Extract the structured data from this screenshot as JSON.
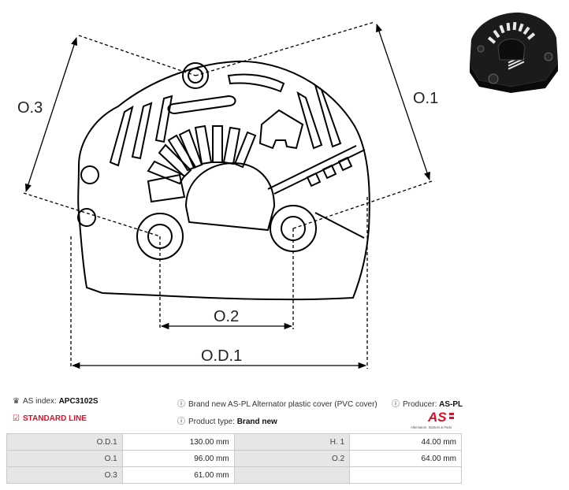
{
  "drawing": {
    "labels": {
      "o3": "O.3",
      "o1": "O.1",
      "o2": "O.2",
      "od1": "O.D.1"
    }
  },
  "info": {
    "as_index_label": "AS index:",
    "as_index_value": "APC3102S",
    "description": "Brand new AS-PL Alternator plastic cover (PVC cover)",
    "producer_label": "Producer:",
    "producer_value": "AS-PL",
    "line": "STANDARD LINE",
    "product_type_label": "Product type:",
    "product_type_value": "Brand new"
  },
  "logo": {
    "text": "AS",
    "tagline": "Alternators, Starters & Parts",
    "color": "#d0142c"
  },
  "specs": [
    [
      {
        "label": "O.D.1",
        "value": "130.00 mm"
      },
      {
        "label": "H. 1",
        "value": "44.00 mm"
      }
    ],
    [
      {
        "label": "O.1",
        "value": "96.00 mm"
      },
      {
        "label": "O.2",
        "value": "64.00 mm"
      }
    ],
    [
      {
        "label": "O.3",
        "value": "61.00 mm"
      },
      {
        "label": "",
        "value": ""
      }
    ]
  ],
  "icons": {
    "as_index": "tag-icon",
    "description": "info-circle-icon",
    "producer": "info-circle-icon",
    "line": "checkbox-icon",
    "product_type": "info-circle-icon"
  }
}
